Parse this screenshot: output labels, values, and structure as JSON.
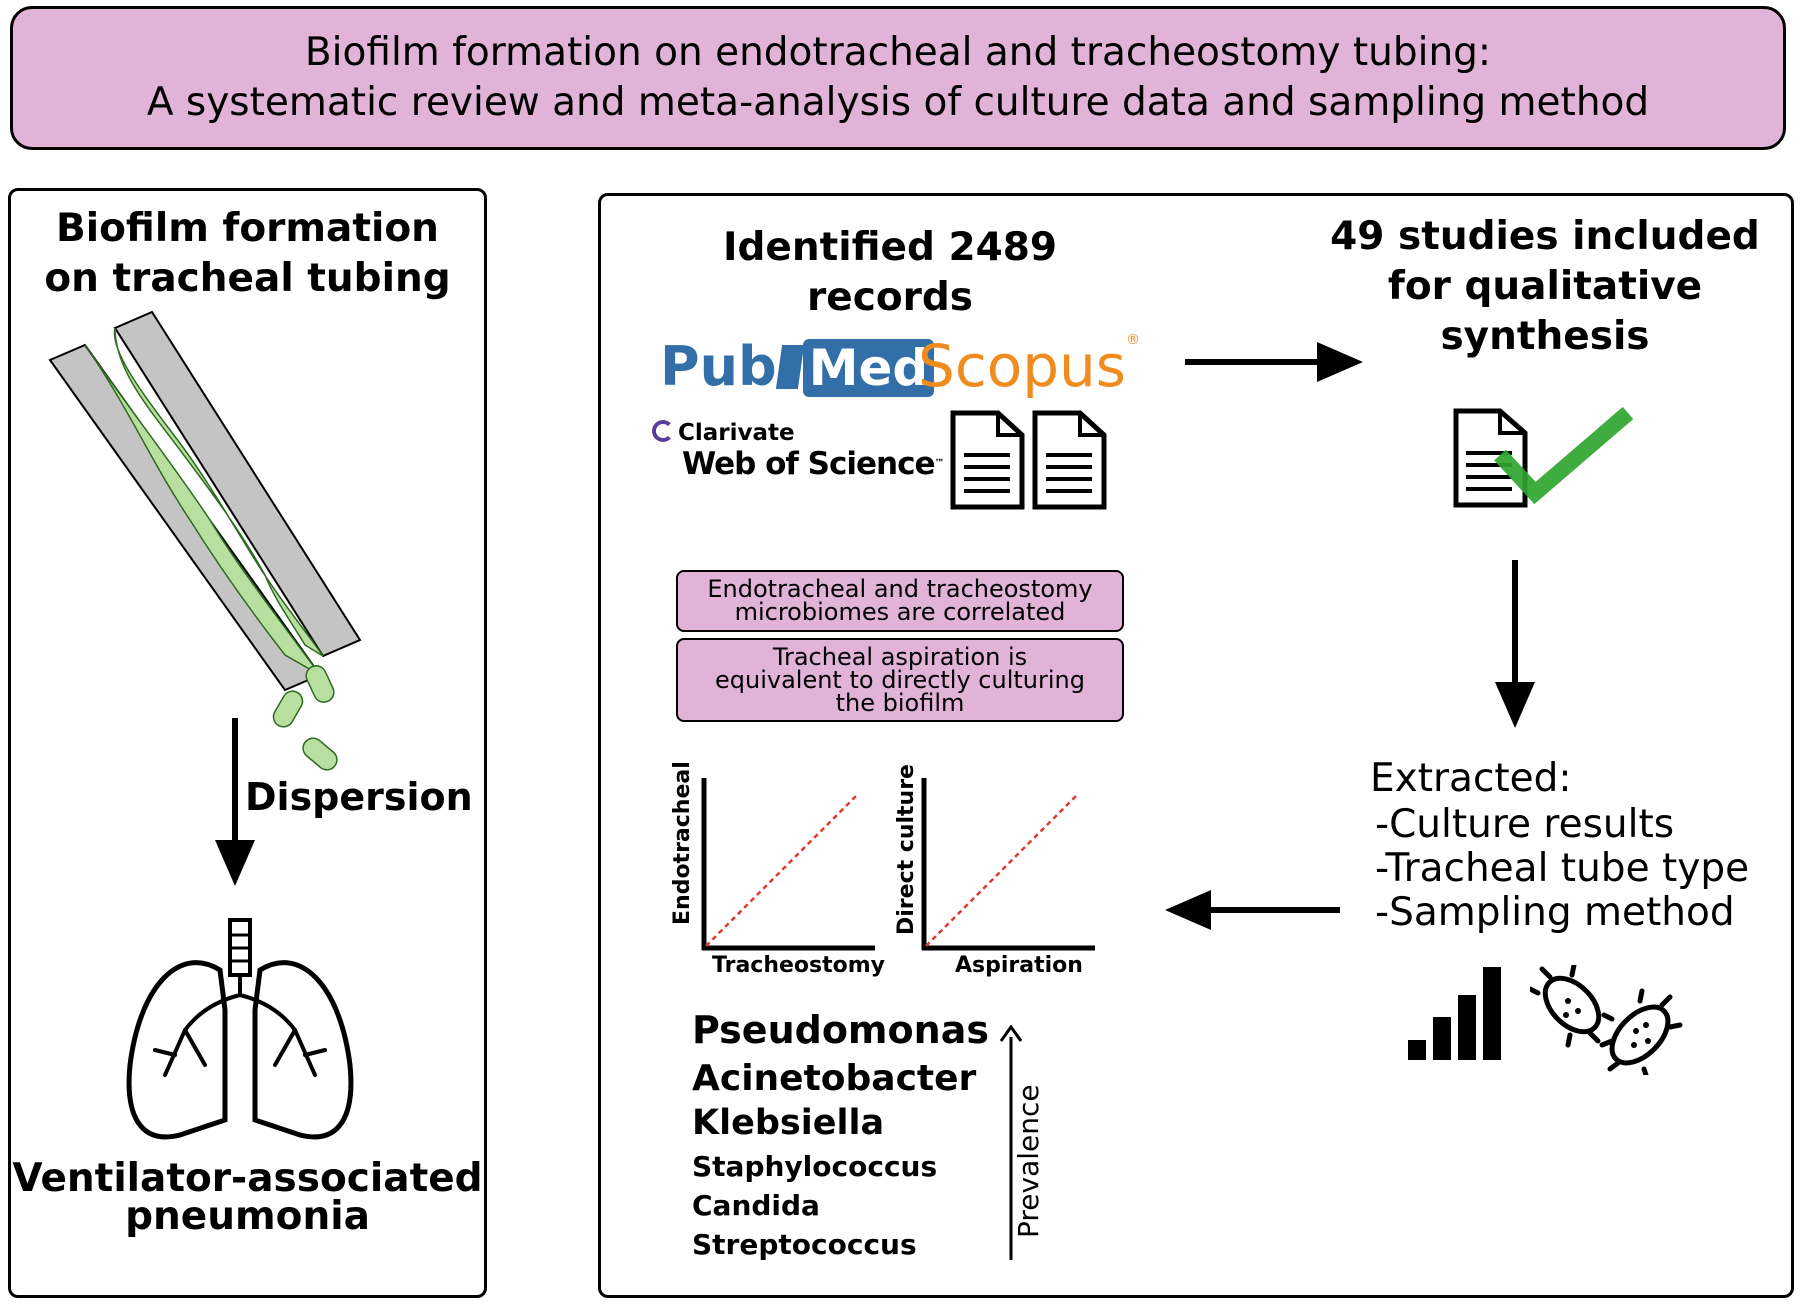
{
  "title": {
    "line1": "Biofilm formation on endotracheal and tracheostomy tubing:",
    "line2": "A systematic review and meta-analysis of culture data and sampling method"
  },
  "left_panel": {
    "heading_line1": "Biofilm formation",
    "heading_line2": "on tracheal tubing",
    "dispersion_label": "Dispersion",
    "outcome_line1": "Ventilator-associated",
    "outcome_line2": "pneumonia"
  },
  "search": {
    "heading_line1": "Identified 2489",
    "heading_line2": "records",
    "pubmed_pub": "Pub",
    "pubmed_med": "Med",
    "scopus": "Scopus",
    "scopus_mark": "®",
    "clarivate": "Clarivate",
    "wos": "Web of Science",
    "wos_mark": "™"
  },
  "included": {
    "line1": "49 studies included",
    "line2": "for qualitative",
    "line3": "synthesis"
  },
  "extracted": {
    "heading": "Extracted:",
    "items": [
      "-Culture results",
      "-Tracheal tube type",
      "-Sampling method"
    ]
  },
  "findings": {
    "box1_line1": "Endotracheal and tracheostomy",
    "box1_line2": "microbiomes are correlated",
    "box2_line1": "Tracheal aspiration is",
    "box2_line2": "equivalent to directly culturing",
    "box2_line3": "the biofilm"
  },
  "plots": {
    "plot1": {
      "xlabel": "Tracheostomy",
      "ylabel": "Endotracheal"
    },
    "plot2": {
      "xlabel": "Aspiration",
      "ylabel": "Direct culture"
    }
  },
  "organisms": [
    "Pseudomonas",
    "Acinetobacter",
    "Klebsiella",
    "Staphylococcus",
    "Candida",
    "Streptococcus"
  ],
  "prevalence_label": "Prevalence",
  "colors": {
    "title_fill": "#e0b3d7",
    "biofilm_green": "#b9dfa0",
    "tube_gray": "#c4c4c4",
    "pubmed_blue": "#326ea8",
    "scopus_orange": "#f08c1e",
    "check_green": "#2fa52f",
    "trend_red": "#e03a2f"
  }
}
